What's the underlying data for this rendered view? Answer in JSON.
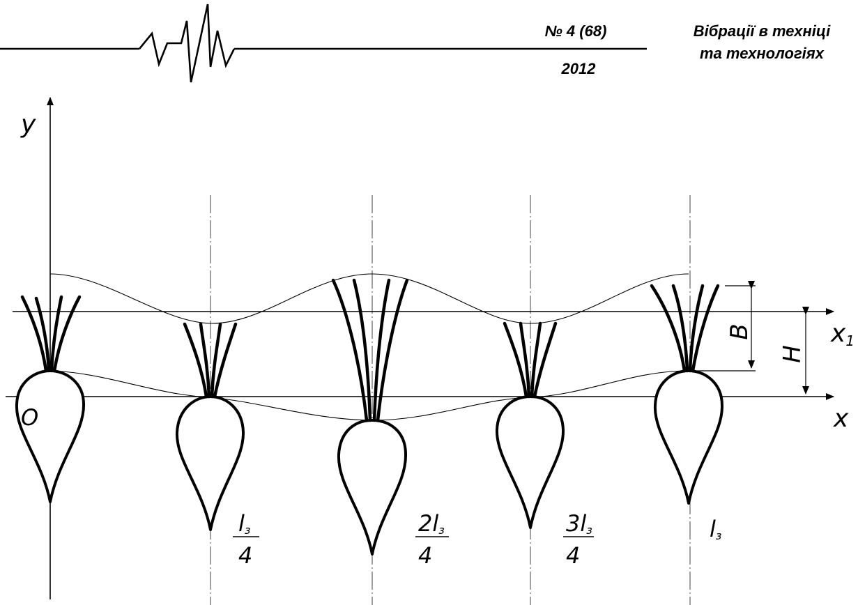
{
  "header": {
    "issue": "№ 4 (68)",
    "year": "2012",
    "journal_line1": "Вібрації в техніці",
    "journal_line2": "та технологіях",
    "logo_icon": "vibration-wave-icon"
  },
  "figure": {
    "axis_y": "y",
    "axis_x": "x",
    "axis_x1": "x",
    "axis_x1_sub": "1",
    "origin": "O",
    "dim_b": "B",
    "dim_h": "H",
    "marks": [
      {
        "num": "l",
        "num_sub": "з",
        "den": "4"
      },
      {
        "num": "2l",
        "num_sub": "з",
        "den": "4"
      },
      {
        "num": "3l",
        "num_sub": "з",
        "den": "4"
      }
    ],
    "end_mark": "l",
    "end_mark_sub": "з"
  }
}
